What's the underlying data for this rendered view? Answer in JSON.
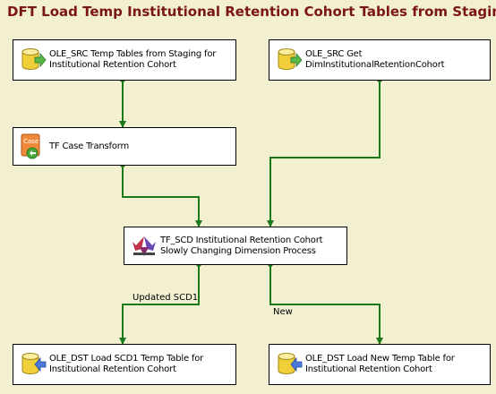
{
  "title": "DFT Load Temp Institutional Retention Cohort Tables from Staging",
  "components": {
    "src_temp": {
      "line1": "OLE_SRC Temp Tables from Staging for",
      "line2": "Institutional Retention Cohort",
      "icon": "database-source-icon"
    },
    "src_dim": {
      "line1": "OLE_SRC Get",
      "line2": "DimInstitutionalRetentionCohort",
      "icon": "database-source-icon"
    },
    "tf_case": {
      "line1": "TF Case Transform",
      "line2": "",
      "icon": "case-transform-icon"
    },
    "tf_scd": {
      "line1": "TF_SCD Institutional Retention Cohort",
      "line2": "Slowly Changing Dimension Process",
      "icon": "scd-transform-icon"
    },
    "dst_scd1": {
      "line1": "OLE_DST Load SCD1 Temp Table for",
      "line2": "Institutional Retention Cohort",
      "icon": "database-destination-icon"
    },
    "dst_new": {
      "line1": "OLE_DST Load New Temp Table for",
      "line2": "Institutional Retention Cohort",
      "icon": "database-destination-icon"
    }
  },
  "paths": {
    "updated_scd1": "Updated SCD1",
    "new": "New"
  },
  "colors": {
    "background": "#f3f0d2",
    "path": "#1a7a1a",
    "title": "#7a1616"
  }
}
